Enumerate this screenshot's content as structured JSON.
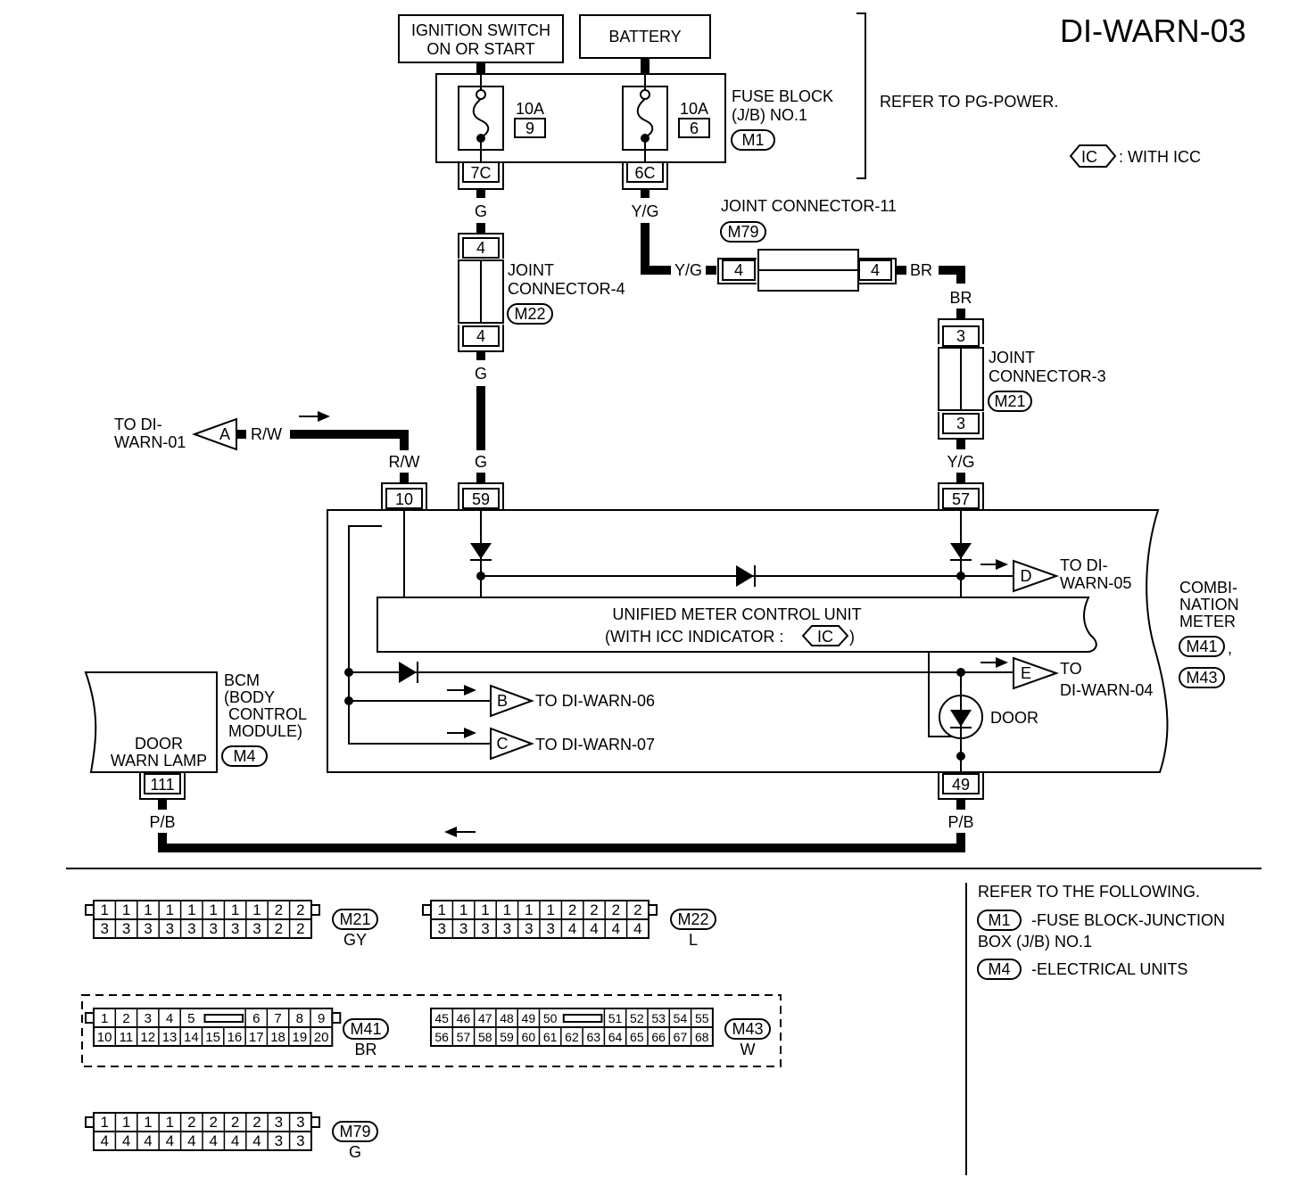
{
  "page_id": "DI-WARN-03",
  "ref_note": "REFER TO PG-POWER.",
  "icc_note": {
    "code": "IC",
    "text": ": WITH ICC"
  },
  "power": {
    "ignition": [
      "IGNITION SWITCH",
      "ON OR START"
    ],
    "battery": "BATTERY"
  },
  "fuse_block": {
    "label": [
      "FUSE BLOCK",
      "(J/B) NO.1"
    ],
    "conn": "M1",
    "fuses": [
      {
        "amp": "10A",
        "num": "9",
        "term": "7C",
        "wire": "G"
      },
      {
        "amp": "10A",
        "num": "6",
        "term": "6C",
        "wire": "Y/G"
      }
    ]
  },
  "jc11": {
    "label": "JOINT CONNECTOR-11",
    "conn": "M79",
    "pin_l": "4",
    "pin_r": "4",
    "wire_l": "Y/G",
    "wire_r": "BR"
  },
  "jc4": {
    "label": [
      "JOINT",
      "CONNECTOR-4"
    ],
    "conn": "M22",
    "pin_top": "4",
    "pin_bot": "4"
  },
  "jc3": {
    "label": [
      "JOINT",
      "CONNECTOR-3"
    ],
    "conn": "M21",
    "pin_top": "3",
    "pin_bot": "3",
    "wire_top": "BR"
  },
  "wires": {
    "g_to_meter": "G",
    "yg_to_meter": "Y/G",
    "rw_left": "R/W",
    "rw_down": "R/W",
    "pb_left": "P/B",
    "pb_right": "P/B"
  },
  "to_di_warn_01": {
    "letter": "A",
    "text": [
      "TO DI-",
      "WARN-01"
    ]
  },
  "meter": {
    "pins": {
      "p10": "10",
      "p59": "59",
      "p57": "57",
      "p49": "49"
    },
    "unit_label": "UNIFIED METER CONTROL UNIT",
    "unit_sub": "(WITH ICC INDICATOR :",
    "unit_sub_code": "IC",
    "unit_sub_end": ")",
    "door": "DOOR",
    "name": [
      "COMBI-",
      "NATION",
      "METER"
    ],
    "conns": [
      "M41",
      "M43"
    ],
    "comma": ","
  },
  "offpage": {
    "D": {
      "letter": "D",
      "text": [
        "TO DI-",
        "WARN-05"
      ]
    },
    "E": {
      "letter": "E",
      "text": [
        "TO",
        "DI-WARN-04"
      ]
    },
    "B": {
      "letter": "B",
      "text": "TO DI-WARN-06"
    },
    "C": {
      "letter": "C",
      "text": "TO DI-WARN-07"
    }
  },
  "bcm": {
    "label": [
      "BCM",
      "(BODY",
      "CONTROL",
      "MODULE)"
    ],
    "conn": "M4",
    "lamp": [
      "DOOR",
      "WARN LAMP"
    ],
    "pin": "111"
  },
  "connectors": {
    "M21": {
      "top": [
        "1",
        "1",
        "1",
        "1",
        "1",
        "1",
        "1",
        "1",
        "2",
        "2"
      ],
      "bot": [
        "3",
        "3",
        "3",
        "3",
        "3",
        "3",
        "3",
        "3",
        "2",
        "2"
      ],
      "color": "GY"
    },
    "M22": {
      "top": [
        "1",
        "1",
        "1",
        "1",
        "1",
        "1",
        "2",
        "2",
        "2",
        "2"
      ],
      "bot": [
        "3",
        "3",
        "3",
        "3",
        "3",
        "3",
        "4",
        "4",
        "4",
        "4"
      ],
      "color": "L"
    },
    "M41": {
      "top": [
        "1",
        "2",
        "3",
        "4",
        "5",
        "6",
        "7",
        "8",
        "9"
      ],
      "bot": [
        "10",
        "11",
        "12",
        "13",
        "14",
        "15",
        "16",
        "17",
        "18",
        "19",
        "20"
      ],
      "color": "BR"
    },
    "M43": {
      "top": [
        "45",
        "46",
        "47",
        "48",
        "49",
        "50",
        "51",
        "52",
        "53",
        "54",
        "55"
      ],
      "bot": [
        "56",
        "57",
        "58",
        "59",
        "60",
        "61",
        "62",
        "63",
        "64",
        "65",
        "66",
        "67",
        "68"
      ],
      "color": "W"
    },
    "M79": {
      "top": [
        "1",
        "1",
        "1",
        "1",
        "2",
        "2",
        "2",
        "2",
        "3",
        "3"
      ],
      "bot": [
        "4",
        "4",
        "4",
        "4",
        "4",
        "4",
        "4",
        "4",
        "3",
        "3"
      ],
      "color": "G"
    }
  },
  "refer": {
    "head": "REFER TO THE FOLLOWING.",
    "items": [
      {
        "conn": "M1",
        "text": [
          "-FUSE BLOCK-JUNCTION",
          "BOX (J/B) NO.1"
        ]
      },
      {
        "conn": "M4",
        "text": [
          "-ELECTRICAL UNITS"
        ]
      }
    ]
  }
}
